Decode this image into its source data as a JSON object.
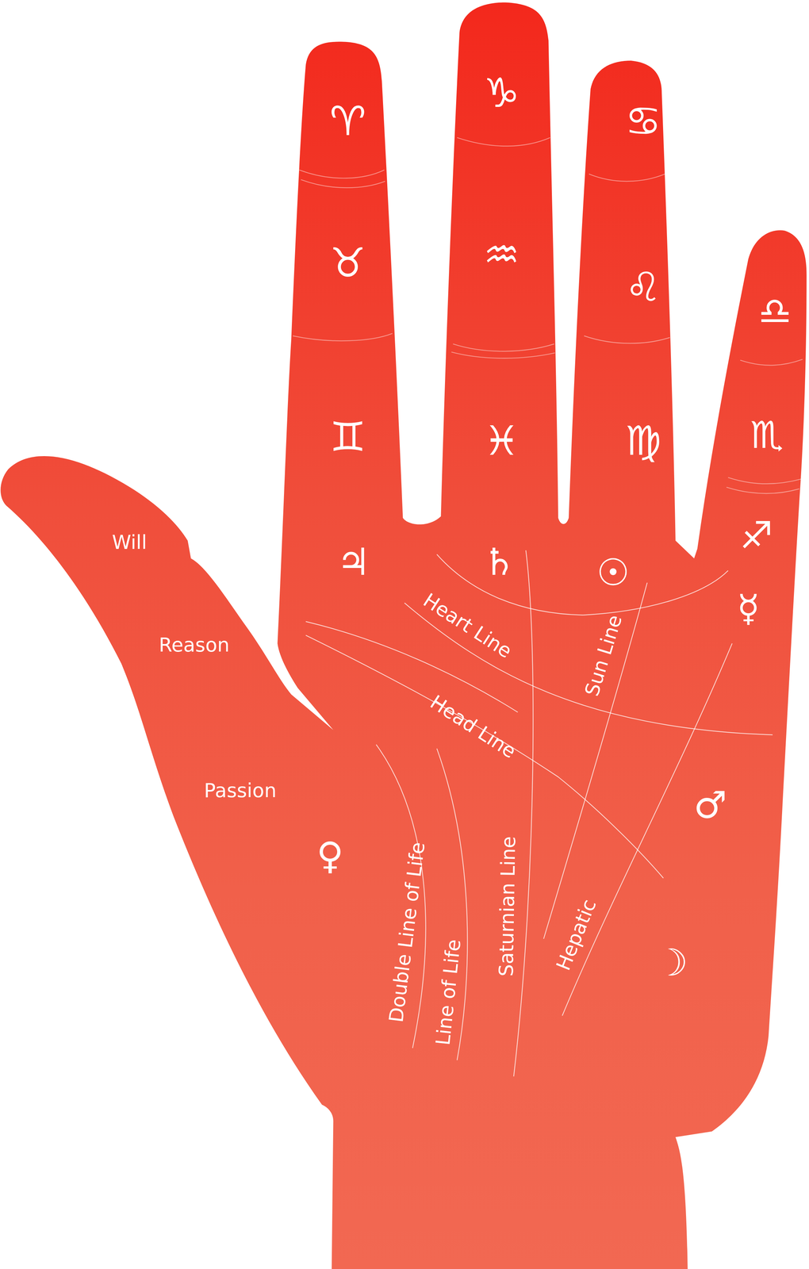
{
  "diagram": {
    "labels": [
      "♈",
      "♑",
      "♋",
      "♉",
      "♒",
      "♌",
      "♎",
      "♊",
      "♓",
      "♍",
      "♏",
      "♐",
      "Will",
      "♃",
      "♄",
      "☉",
      "☿",
      "Heart Line",
      "Reason",
      "Sun Line",
      "Head Line",
      "Passion",
      "♂",
      "♀",
      "Double Line of Life",
      "Line of Life",
      "Saturnian Line",
      "Hepatic",
      "☽"
    ]
  }
}
